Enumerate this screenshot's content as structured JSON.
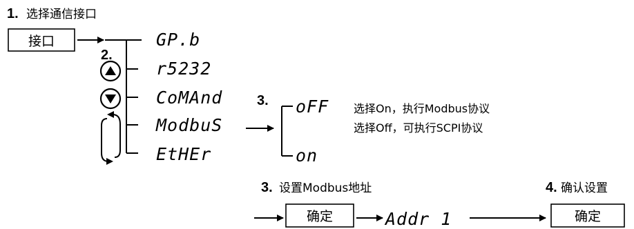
{
  "step1": {
    "num": "1.",
    "title": "选择通信接口"
  },
  "interface_key": "接口",
  "step2": {
    "num": "2."
  },
  "options": [
    "GP.b",
    "r5232",
    "CoMAnd",
    "ModbuS",
    "EtHEr"
  ],
  "step3a": {
    "num": "3."
  },
  "modbus_options": [
    "oFF",
    "on"
  ],
  "notes": [
    "选择On，执行Modbus协议",
    "选择Off，可执行SCPI协议"
  ],
  "step3b": {
    "num": "3.",
    "title": "设置Modbus地址"
  },
  "confirm_key": "确定",
  "addr_display": "Addr 1",
  "step4": {
    "num": "4.",
    "title": "确认设置"
  },
  "icons": [
    "up-arrow-button-icon",
    "down-arrow-button-icon",
    "cycle-arrow-icon",
    "right-arrow-icon"
  ]
}
